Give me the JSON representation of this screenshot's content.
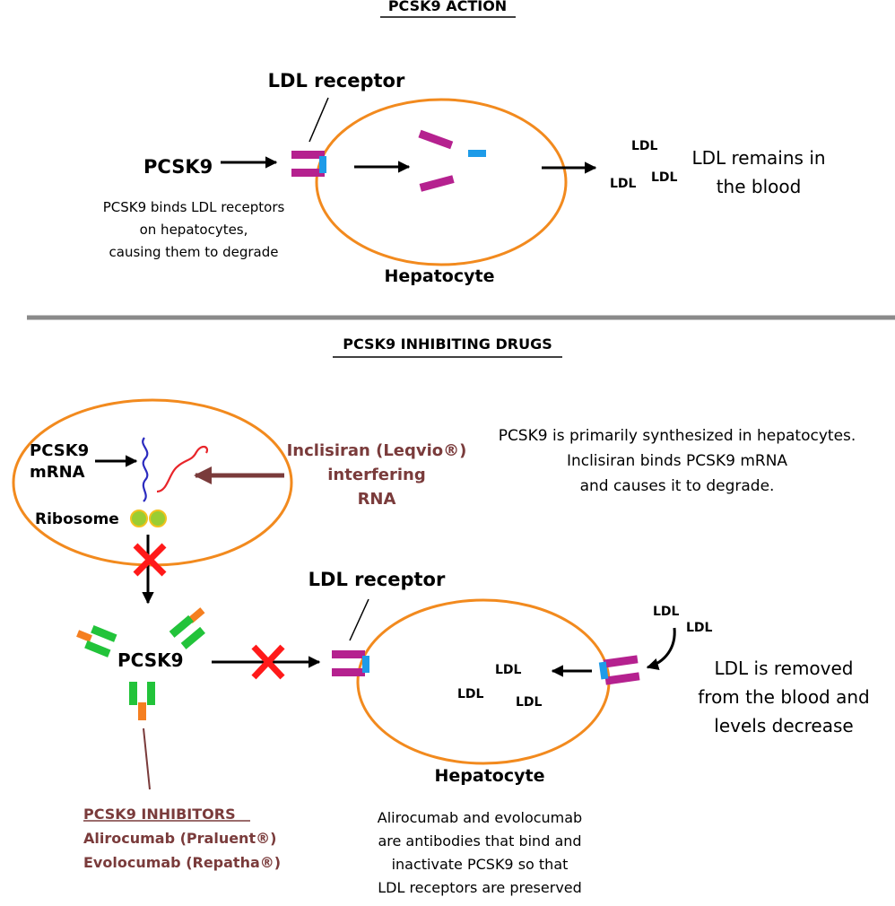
{
  "top": {
    "title": "PCSK9 ACTION",
    "ldl_receptor_label": "LDL receptor",
    "pcsk9_label": "PCSK9",
    "binds_text": [
      "PCSK9 binds LDL receptors",
      "on hepatocytes,",
      "causing them to degrade"
    ],
    "ldl_labels": [
      "LDL",
      "LDL",
      "LDL"
    ],
    "remains_text": [
      "LDL remains in",
      "the blood"
    ],
    "hepatocyte_label": "Hepatocyte"
  },
  "bottom": {
    "title": "PCSK9 INHIBITING DRUGS",
    "mrna_label": [
      "PCSK9",
      "mRNA"
    ],
    "ribosome_label": "Ribosome",
    "inclisiran_label": [
      "Inclisiran (Leqvio®)",
      "interfering",
      "RNA"
    ],
    "synthesis_text": [
      "PCSK9 is primarily synthesized in hepatocytes.",
      "Inclisiran binds PCSK9 mRNA",
      "and causes it to degrade."
    ],
    "ldl_receptor_label": "LDL receptor",
    "pcsk9_label": "PCSK9",
    "hepatocyte_label": "Hepatocyte",
    "inside_ldl_labels": [
      "LDL",
      "LDL",
      "LDL"
    ],
    "outside_ldl_labels": [
      "LDL",
      "LDL"
    ],
    "removed_text": [
      "LDL is removed",
      "from the blood and",
      "levels decrease"
    ],
    "inhibitors_heading": "PCSK9 INHIBITORS",
    "inhibitors": [
      "Alirocumab (Praluent®)",
      "Evolocumab (Repatha®)"
    ],
    "antibody_text": [
      "Alirocumab and evolocumab",
      "are antibodies that bind and",
      "inactivate PCSK9 so that",
      "LDL receptors are preserved"
    ]
  },
  "colors": {
    "cell_outline": "#f28a1e",
    "receptor": "#b5218f",
    "pcsk9_bit": "#1e9be8",
    "antibody_green": "#22c33a",
    "antibody_orange": "#f57f20",
    "block_x": "#ff1a1a",
    "mrna_blue": "#2b2bbf",
    "rna_red": "#e8252a",
    "ribosome": "#9acd32",
    "drug_text": "#7a3b3b",
    "divider": "#8a8a8a"
  }
}
